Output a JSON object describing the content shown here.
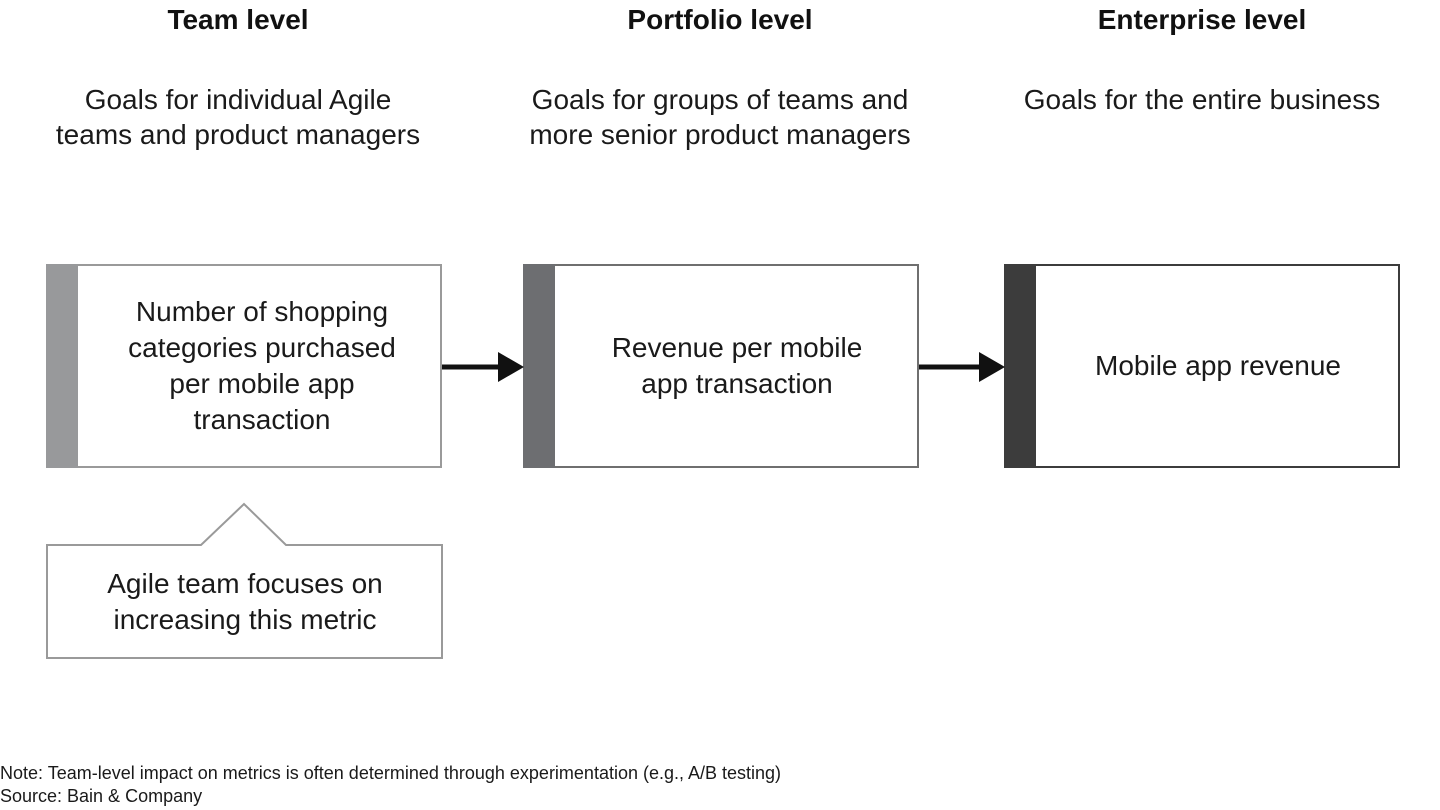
{
  "columns": [
    {
      "title": "Team level",
      "subtitle_line1": "Goals for individual Agile",
      "subtitle_line2": "teams and product managers",
      "metric": "Number of shopping categories purchased per mobile app transaction",
      "bar_color": "#98999b"
    },
    {
      "title": "Portfolio level",
      "subtitle_line1": "Goals for groups of teams and",
      "subtitle_line2": "more senior product managers",
      "metric": "Revenue per mobile app transaction",
      "bar_color": "#6d6e71"
    },
    {
      "title": "Enterprise level",
      "subtitle_line1": "Goals for the entire business",
      "subtitle_line2": "",
      "metric": "Mobile app revenue",
      "bar_color": "#3c3c3c"
    }
  ],
  "callout": "Agile team focuses on increasing this metric",
  "note": "Note: Team-level impact on metrics is often determined through experimentation (e.g., A/B testing)",
  "source": "Source: Bain & Company"
}
